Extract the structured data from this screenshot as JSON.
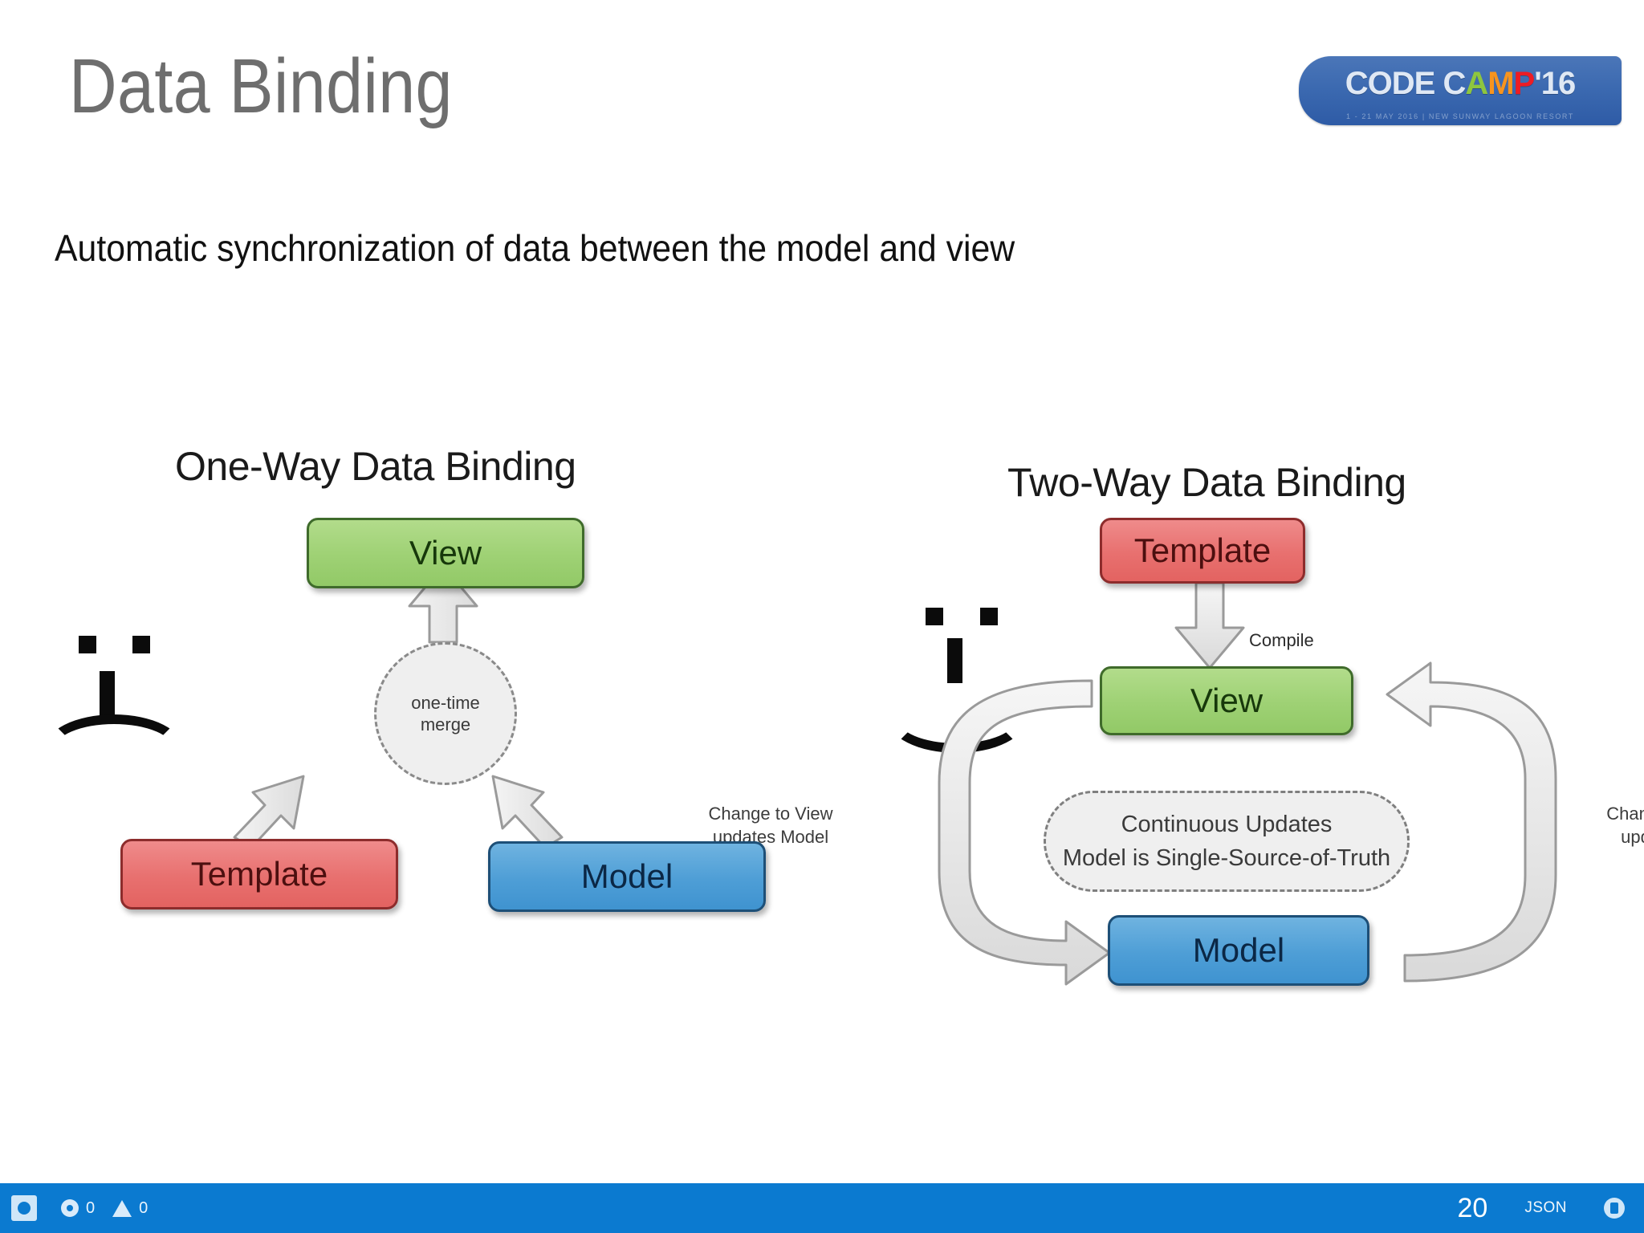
{
  "slide": {
    "title": "Data Binding",
    "subtitle": "Automatic synchronization of data between the model and view"
  },
  "logo": {
    "part_code": "CODE",
    "part_c": "C",
    "part_a": "A",
    "part_m": "M",
    "part_p": "P",
    "part_year": "'16",
    "tagline": "1 - 21 MAY 2016  |  NEW SUNWAY LAGOON RESORT"
  },
  "diagram_left": {
    "title": "One-Way Data Binding",
    "face": "sad-face-icon",
    "nodes": {
      "view": "View",
      "template": "Template",
      "model": "Model"
    },
    "merge": {
      "line1": "one-time",
      "line2": "merge"
    }
  },
  "diagram_right": {
    "title": "Two-Way Data Binding",
    "face": "happy-face-icon",
    "nodes": {
      "template": "Template",
      "view": "View",
      "model": "Model"
    },
    "compile_label": "Compile",
    "left_label_line1": "Change to View",
    "left_label_line2": "updates Model",
    "right_label_line1": "Change to Model",
    "right_label_line2": "updates View",
    "center_box_line1": "Continuous Updates",
    "center_box_line2": "Model is Single-Source-of-Truth"
  },
  "statusbar": {
    "errors_count": "0",
    "warnings_count": "0",
    "page_number": "20",
    "format_label": "JSON"
  },
  "colors": {
    "accent_blue": "#0b7ad0",
    "view_green": "#9ed174",
    "template_red": "#e8706f",
    "model_blue": "#4e9ed6",
    "title_gray": "#6e6e6e"
  }
}
